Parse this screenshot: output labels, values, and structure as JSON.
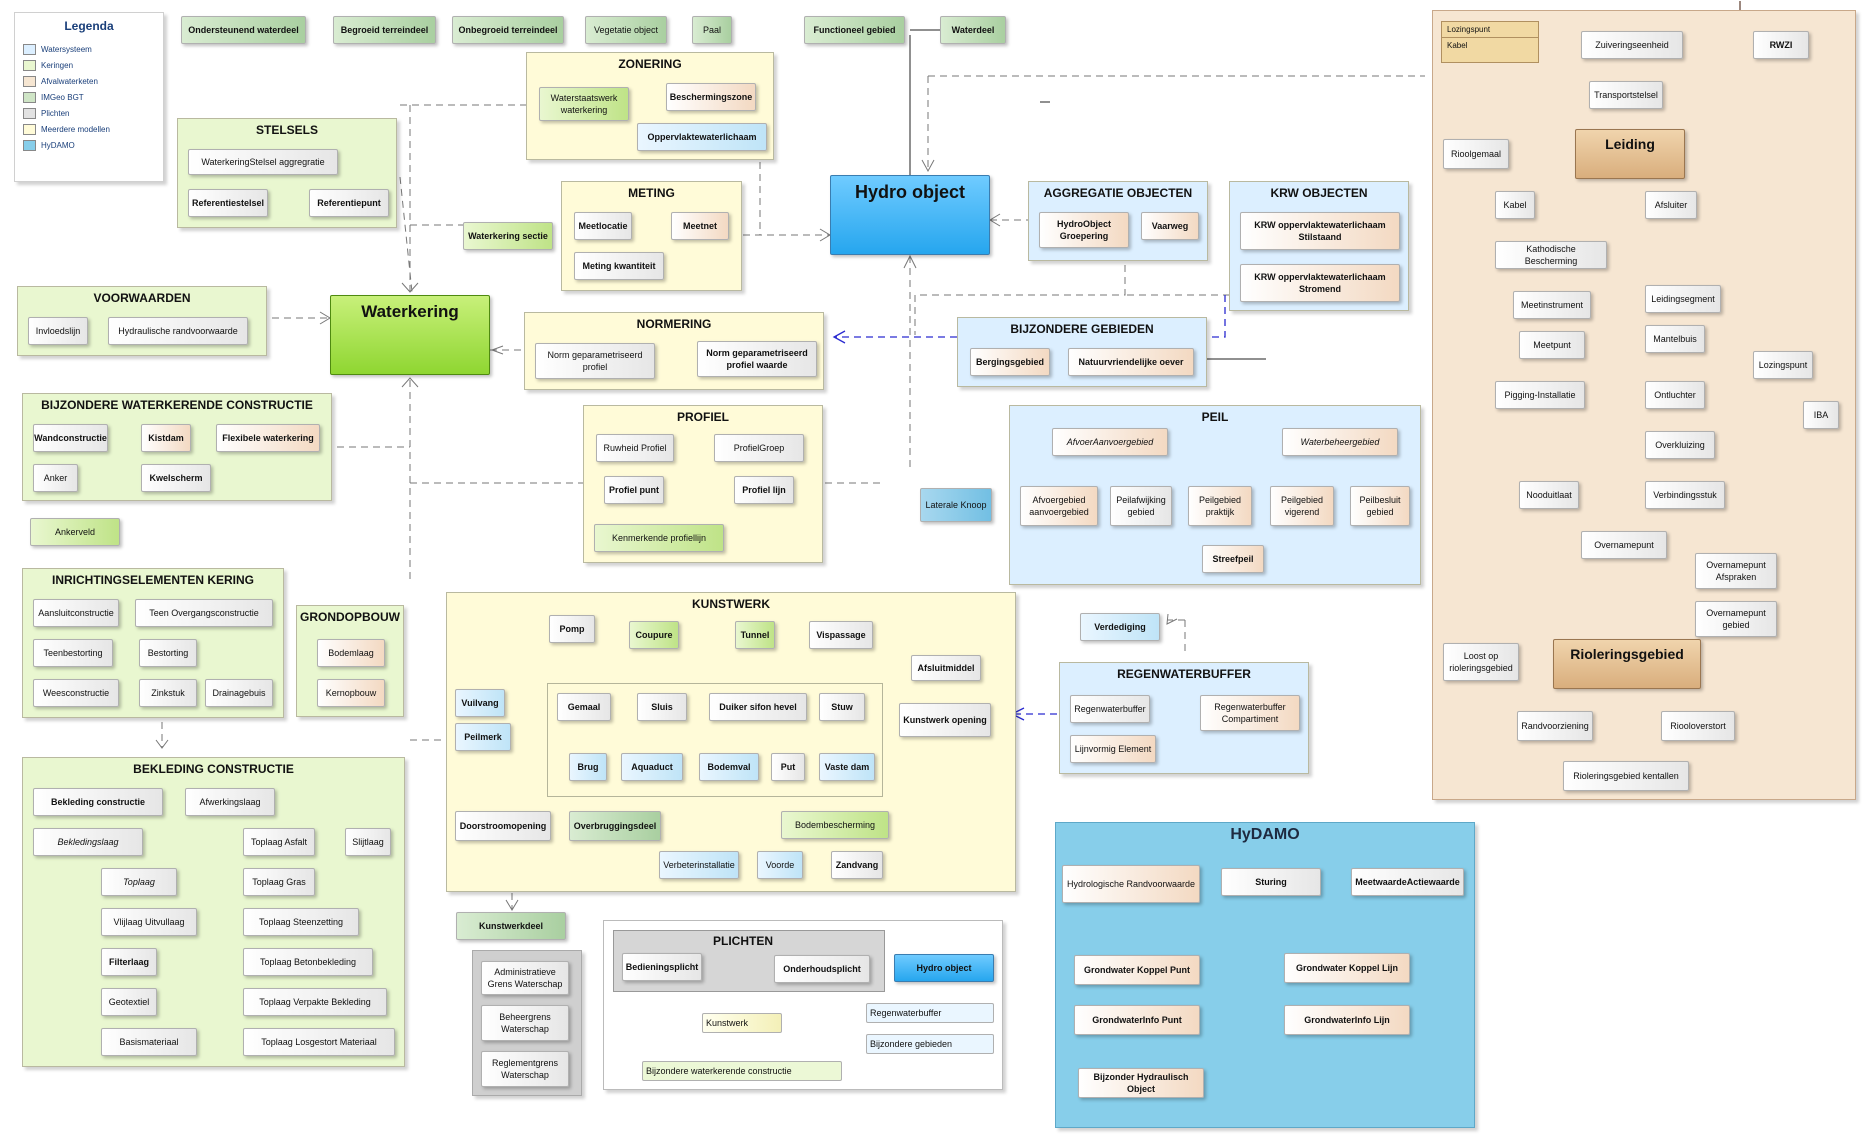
{
  "legend": {
    "title": "Legenda",
    "items": [
      {
        "label": "Watersysteem",
        "color": "#dcefff"
      },
      {
        "label": "Keringen",
        "color": "#e9f7d0"
      },
      {
        "label": "Afvalwaterketen",
        "color": "#f6e6d2"
      },
      {
        "label": "IMGeo BGT",
        "color": "#cfe5c6"
      },
      {
        "label": "Plichten",
        "color": "#e2e2e2"
      },
      {
        "label": "Meerdere modellen",
        "color": "#fffbd8"
      },
      {
        "label": "HyDAMO",
        "color": "#87ceea"
      }
    ]
  },
  "packages": {
    "zonering": "ZONERING",
    "stelsels": "STELSELS",
    "meting": "METING",
    "voorwaarden": "VOORWAARDEN",
    "normering": "NORMERING",
    "bijz_constructie": "BIJZONDERE WATERKERENDE CONSTRUCTIE",
    "profiel": "PROFIEL",
    "aggregatie": "AGGREGATIE OBJECTEN",
    "krw": "KRW OBJECTEN",
    "bijz_gebieden": "BIJZONDERE GEBIEDEN",
    "peil": "PEIL",
    "inrichting": "INRICHTINGSELEMENTEN KERING",
    "grondopbouw": "GRONDOPBOUW",
    "kunstwerk": "KUNSTWERK",
    "regenwater": "REGENWATERBUFFER",
    "bekleding": "BEKLEDING CONSTRUCTIE",
    "plichten": "PLICHTEN",
    "hydamo": "HyDAMO"
  },
  "top_row": {
    "ondersteunend": "Ondersteunend waterdeel",
    "begroeid": "Begroeid terreindeel",
    "onbegroeid": "Onbegroeid terreindeel",
    "vegetatie": "Vegetatie object",
    "paal": "Paal",
    "functioneel": "Functioneel gebied",
    "waterdeel": "Waterdeel"
  },
  "zonering": {
    "waterstaatswerk": "Waterstaatswerk waterkering",
    "beschermingszone": "Beschermingszone",
    "oppervlaktewater": "Oppervlaktewaterlichaam"
  },
  "stelsels": {
    "aggregatie": "WaterkeringStelsel aggregratie",
    "referentiestelsel": "Referentiestelsel",
    "referentiepunt": "Referentiepunt"
  },
  "meting": {
    "meetlocatie": "Meetlocatie",
    "meetnet": "Meetnet",
    "kwantiteit": "Meting kwantiteit"
  },
  "main": {
    "hydro": "Hydro object",
    "waterkering": "Waterkering",
    "sectie": "Waterkering sectie",
    "ankerveld": "Ankerveld",
    "laterale": "Laterale Knoop"
  },
  "voorwaarden": {
    "invloedslijn": "Invloedslijn",
    "hydraulische": "Hydraulische randvoorwaarde"
  },
  "normering": {
    "norm": "Norm geparametriseerd profiel",
    "norm_waarde": "Norm geparametriseerd profiel waarde"
  },
  "bijz_constructie": {
    "wand": "Wandconstructie",
    "kistdam": "Kistdam",
    "flexibele": "Flexibele waterkering",
    "anker": "Anker",
    "kwelscherm": "Kwelscherm"
  },
  "profiel": {
    "ruwheid": "Ruwheid Profiel",
    "groep": "ProfielGroep",
    "punt": "Profiel punt",
    "lijn": "Profiel lijn",
    "kenmerkende": "Kenmerkende profiellijn"
  },
  "aggregatie": {
    "groepering": "HydroObject Groepering",
    "vaarweg": "Vaarweg"
  },
  "krw": {
    "stilstaand": "KRW oppervlaktewaterlichaam Stilstaand",
    "stromend": "KRW oppervlaktewaterlichaam Stromend"
  },
  "bijz_gebieden": {
    "berging": "Bergingsgebied",
    "oever": "Natuurvriendelijke oever"
  },
  "peil": {
    "afvoer": "AfvoerAanvoergebied",
    "waterbeheer": "Waterbeheergebied",
    "afvoergebied": "Afvoergebied aanvoergebied",
    "peilafwijking": "Peilafwijking gebied",
    "praktijk": "Peilgebied praktijk",
    "vigerend": "Peilgebied vigerend",
    "peilbesluit": "Peilbesluit gebied",
    "streefpeil": "Streefpeil"
  },
  "inrichting": {
    "aansluit": "Aansluitconstructie",
    "teen": "Teen Overgangsconstructie",
    "teenbestorting": "Teenbestorting",
    "bestorting": "Bestorting",
    "wees": "Weesconstructie",
    "zinkstuk": "Zinkstuk",
    "drainage": "Drainagebuis"
  },
  "grondopbouw": {
    "bodemlaag": "Bodemlaag",
    "kernopbouw": "Kernopbouw"
  },
  "kunstwerk": {
    "pomp": "Pomp",
    "coupure": "Coupure",
    "tunnel": "Tunnel",
    "vispassage": "Vispassage",
    "afsluitmiddel": "Afsluitmiddel",
    "vuilvang": "Vuilvang",
    "gemaal": "Gemaal",
    "sluis": "Sluis",
    "duiker": "Duiker sifon hevel",
    "stuw": "Stuw",
    "opening": "Kunstwerk opening",
    "peilmerk": "Peilmerk",
    "brug": "Brug",
    "aquaduct": "Aquaduct",
    "bodemval": "Bodemval",
    "put": "Put",
    "vaste_dam": "Vaste dam",
    "doorstroom": "Doorstroomopening",
    "overbrugging": "Overbruggingsdeel",
    "bodembescherming": "Bodembescherming",
    "verbeter": "Verbeterinstallatie",
    "voorde": "Voorde",
    "zandvang": "Zandvang"
  },
  "regenwater": {
    "verdediging": "Verdediging",
    "buffer": "Regenwaterbuffer",
    "compartiment": "Regenwaterbuffer Compartiment",
    "lijnvormig": "Lijnvormig Element"
  },
  "bekleding": {
    "constructie": "Bekleding constructie",
    "afwerking": "Afwerkingslaag",
    "laag": "Bekledingslaag",
    "toplaag": "Toplaag",
    "asfalt": "Toplaag Asfalt",
    "slijtlaag": "Slijtlaag",
    "gras": "Toplaag Gras",
    "vlijlaag": "Vlijlaag Uitvullaag",
    "steenzetting": "Toplaag Steenzetting",
    "filterlaag": "Filterlaag",
    "betonbekleding": "Toplaag Betonbekleding",
    "geotextiel": "Geotextiel",
    "verpakte": "Toplaag Verpakte Bekleding",
    "basismateriaal": "Basismateriaal",
    "losgestort": "Toplaag Losgestort Materiaal"
  },
  "kunstwerkdeel": {
    "title": "Kunstwerkdeel",
    "admin": "Administratieve Grens Waterschap",
    "beheer": "Beheergrens Waterschap",
    "reglement": "Reglementgrens Waterschap"
  },
  "plichten": {
    "bediening": "Bedieningsplicht",
    "onderhoud": "Onderhoudsplicht",
    "hydro": "Hydro object",
    "kunstwerk": "Kunstwerk",
    "regenwater": "Regenwaterbuffer",
    "bijz_gebieden": "Bijzondere gebieden",
    "bijz_constructie": "Bijzondere waterkerende constructie"
  },
  "afvalwater": {
    "lozingspunt": "Lozingspunt",
    "kabel": "Kabel",
    "zuivering": "Zuiveringseenheid",
    "rwzi": "RWZI",
    "transport": "Transportstelsel",
    "rioolgemaal": "Rioolgemaal",
    "leiding": "Leiding",
    "kabel2": "Kabel",
    "afsluiter": "Afsluiter",
    "kathodisch": "Kathodische Bescherming",
    "meetinstrument": "Meetinstrument",
    "leidingsegment": "Leidingsegment",
    "meetpunt": "Meetpunt",
    "mantelbuis": "Mantelbuis",
    "lozingspunt2": "Lozingspunt",
    "pigging": "Pigging-Installatie",
    "ontluchter": "Ontluchter",
    "iba": "IBA",
    "overkluizing": "Overkluizing",
    "nooduitlaat": "Nooduitlaat",
    "verbindingsstuk": "Verbindingsstuk",
    "overnamepunt": "Overnamepunt",
    "afspraken": "Overnamepunt Afspraken",
    "overnamegebied": "Overnamepunt gebied",
    "loost": "Loost op rioleringsgebied",
    "rioleringsgebied": "Rioleringsgebied",
    "randvoorziening": "Randvoorziening",
    "riooloverstort": "Riooloverstort",
    "kentallen": "Rioleringsgebied kentallen"
  },
  "hydamo": {
    "hydrologische": "Hydrologische Randvoorwaarde",
    "sturing": "Sturing",
    "meetwaarde": "MeetwaardeActiewaarde",
    "koppel_punt": "Grondwater Koppel Punt",
    "koppel_lijn": "Grondwater Koppel Lijn",
    "info_punt": "GrondwaterInfo Punt",
    "info_lijn": "GrondwaterInfo Lijn",
    "hydraulisch": "Bijzonder Hydraulisch Object"
  }
}
